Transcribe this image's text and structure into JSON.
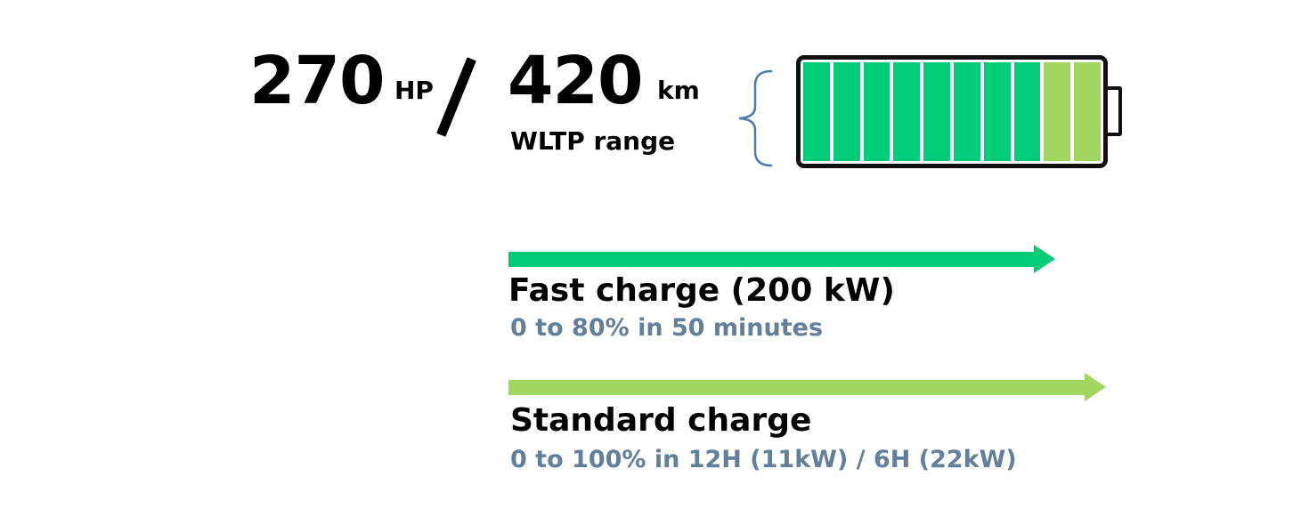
{
  "headline": {
    "power_value": "270",
    "power_unit": "HP",
    "range_value": "420",
    "range_unit": "km",
    "range_label": "WLTP range"
  },
  "battery": {
    "cells_total": 10,
    "cells_bright": 8,
    "cells_light": 2,
    "colors": {
      "bright": "#00cc78",
      "light": "#a1d660",
      "outline": "#111111",
      "brace": "#4d79b5"
    }
  },
  "charging": {
    "fast": {
      "title": "Fast charge (200 kW)",
      "detail": "0 to 80% in 50 minutes",
      "arrow_color": "#00cc78"
    },
    "standard": {
      "title": "Standard charge",
      "detail": "0 to 100% in 12H (11kW) / 6H (22kW)",
      "arrow_color": "#a1d660"
    },
    "detail_color": "#63809a"
  }
}
